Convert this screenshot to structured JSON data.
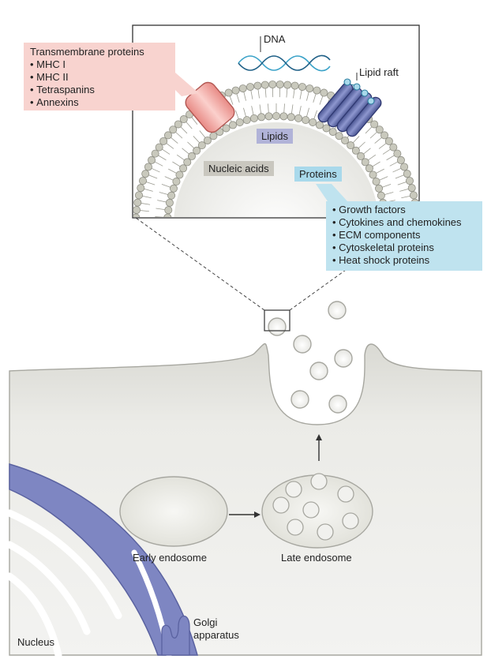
{
  "labels": {
    "dna": "DNA",
    "lipid_raft": "Lipid raft",
    "lipids": "Lipids",
    "nucleic_acids": "Nucleic acids",
    "proteins": "Proteins",
    "early_endosome": "Early endosome",
    "late_endosome": "Late endosome",
    "golgi_line1": "Golgi",
    "golgi_line2": "apparatus",
    "nucleus": "Nucleus"
  },
  "transmembrane_box": {
    "title": "Transmembrane proteins",
    "items": [
      "MHC I",
      "MHC II",
      "Tetraspanins",
      "Annexins"
    ]
  },
  "cargo_box": {
    "items": [
      "Growth factors",
      "Cytokines and chemokines",
      "ECM components",
      "Cytoskeletal proteins",
      "Heat shock proteins"
    ]
  },
  "colors": {
    "transmembrane_fill": "#f4a9a6",
    "transmembrane_box": "#f8d3cf",
    "raft_protein": "#5f6aa6",
    "cargo_box": "#bfe3ef",
    "nucleus": "#7e86c2",
    "cell_fill": "#e9e9e4",
    "lipid_head": "#c9c9bd",
    "dna": "#3aa2c8"
  }
}
